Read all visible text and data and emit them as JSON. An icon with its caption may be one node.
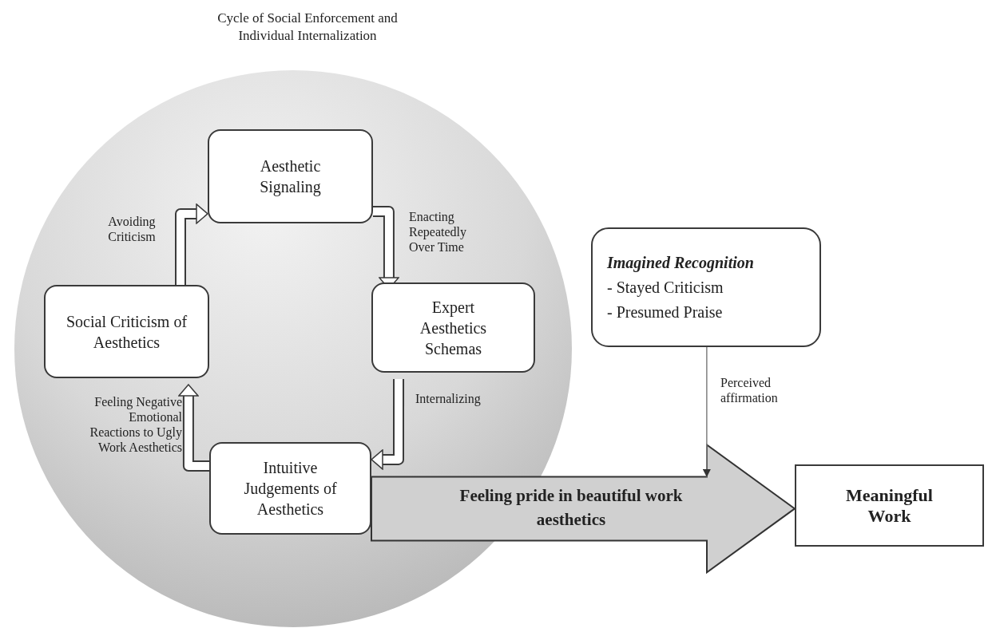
{
  "diagram": {
    "nodes": [
      {
        "text": [
          "Cycle of Social Enforcement and Individual Internalization"
        ]
      },
      {
        "text": [
          "Aesthetic Signaling"
        ],
        "in": 0
      },
      {
        "text": [
          "Expert Aesthetics Schemas"
        ],
        "in": 0
      },
      {
        "text": [
          "Intuitive Judgements of Aesthetics"
        ],
        "in": 0
      },
      {
        "text": [
          "Social Criticism of Aesthetics"
        ],
        "in": 0
      },
      {
        "text": [
          "Imagined Recognition",
          "- Stayed Criticism",
          "- Presumed Praise"
        ]
      },
      {
        "text": [
          "Meaningful Work"
        ]
      }
    ],
    "edges": [
      {
        "from": 1,
        "to": 2,
        "arrow": "to",
        "label": "Enacting Repeatedly Over Time"
      },
      {
        "from": 2,
        "to": 3,
        "arrow": "to",
        "label": "Internalizing"
      },
      {
        "from": 3,
        "to": 4,
        "arrow": "to",
        "label": "Feeling Negative Emotional Reactions to Ugly Work Aesthetics"
      },
      {
        "from": 4,
        "to": 1,
        "arrow": "to",
        "label": "Avoiding Criticism"
      },
      {
        "from": 3,
        "to": 6,
        "arrow": "to",
        "label": "Feeling pride in beautiful work aesthetics",
        "style": "thick",
        "color": "#d0d0d0"
      },
      {
        "from": 5,
        "to": null,
        "arrow": "to",
        "label": "Perceived affirmation",
        "color": "#808080"
      }
    ]
  }
}
